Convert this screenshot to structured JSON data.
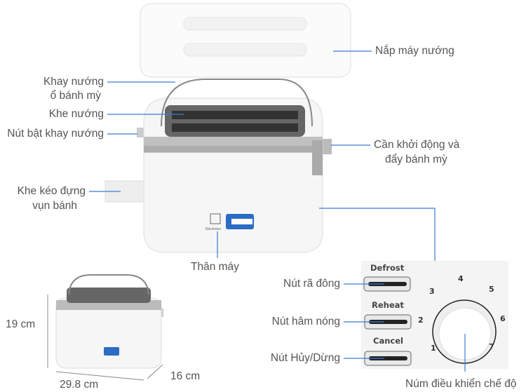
{
  "colors": {
    "leader_line": "#3a7bd5",
    "label_text": "#555555"
  },
  "labels": {
    "lid": "Nắp máy nướng",
    "tray_line1": "Khay nướng",
    "tray_line2": "ổ bánh mỳ",
    "slot": "Khe nướng",
    "tray_release": "Nút bật khay nướng",
    "lever_line1": "Cần khởi động và",
    "lever_line2": "đẩy bánh mỳ",
    "crumb_line1": "Khe kéo đựng",
    "crumb_line2": "vụn bánh",
    "body": "Thân máy",
    "defrost_btn": "Nút rã đông",
    "reheat_btn": "Nút hâm nóng",
    "cancel_btn": "Nút Hủy/Dừng",
    "dial": "Núm điều khiển chế độ"
  },
  "panel": {
    "buttons": [
      "Defrost",
      "Reheat",
      "Cancel"
    ],
    "dial_numbers": [
      "1",
      "2",
      "3",
      "4",
      "5",
      "6",
      "7"
    ]
  },
  "brand": {
    "name": "Electrolux"
  },
  "dimensions": {
    "height": "19 cm",
    "width": "29.8 cm",
    "depth": "16 cm"
  }
}
